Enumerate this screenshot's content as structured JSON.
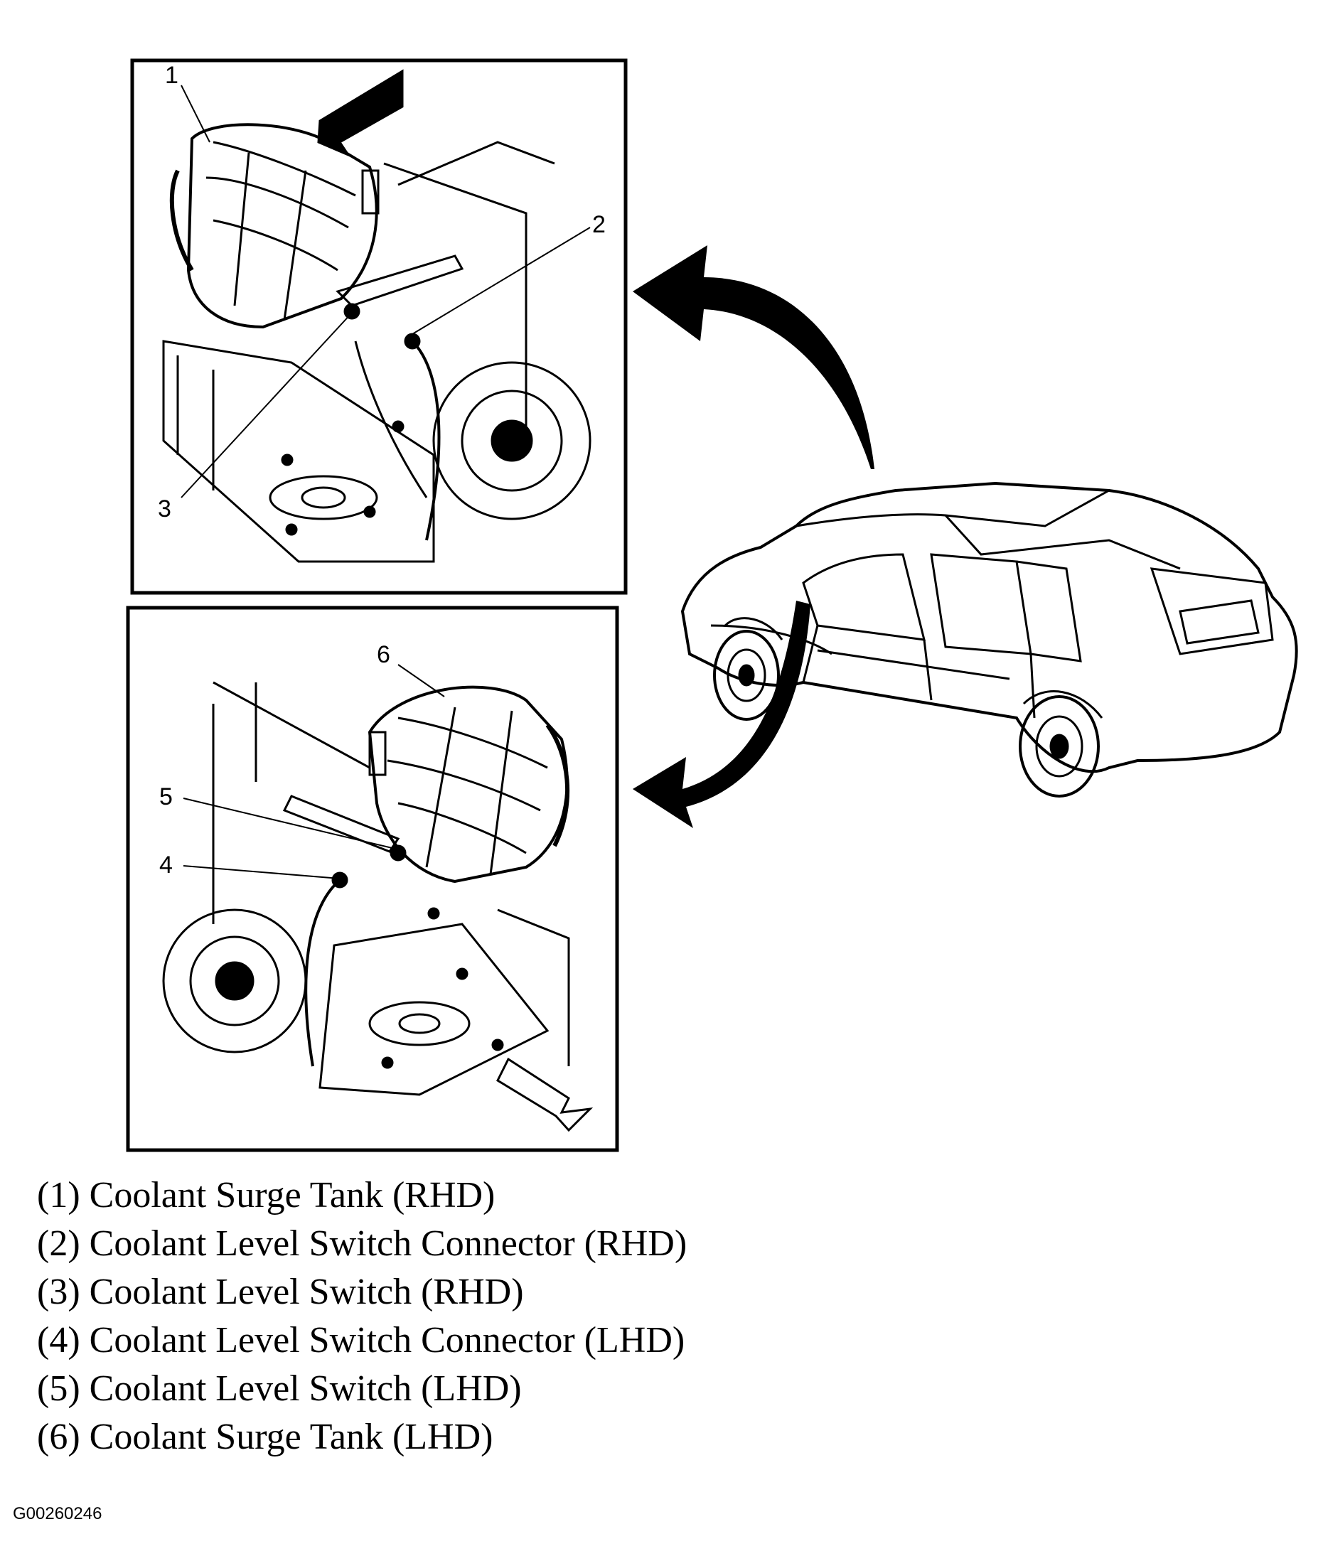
{
  "callouts": [
    "1",
    "2",
    "3",
    "4",
    "5",
    "6"
  ],
  "legend": [
    "(1) Coolant Surge Tank (RHD)",
    "(2) Coolant Level Switch Connector (RHD)",
    "(3) Coolant Level Switch (RHD)",
    "(4) Coolant Level Switch Connector (LHD)",
    "(5) Coolant Level Switch (LHD)",
    "(6) Coolant Surge Tank (LHD)"
  ],
  "figure_id": "G00260246"
}
